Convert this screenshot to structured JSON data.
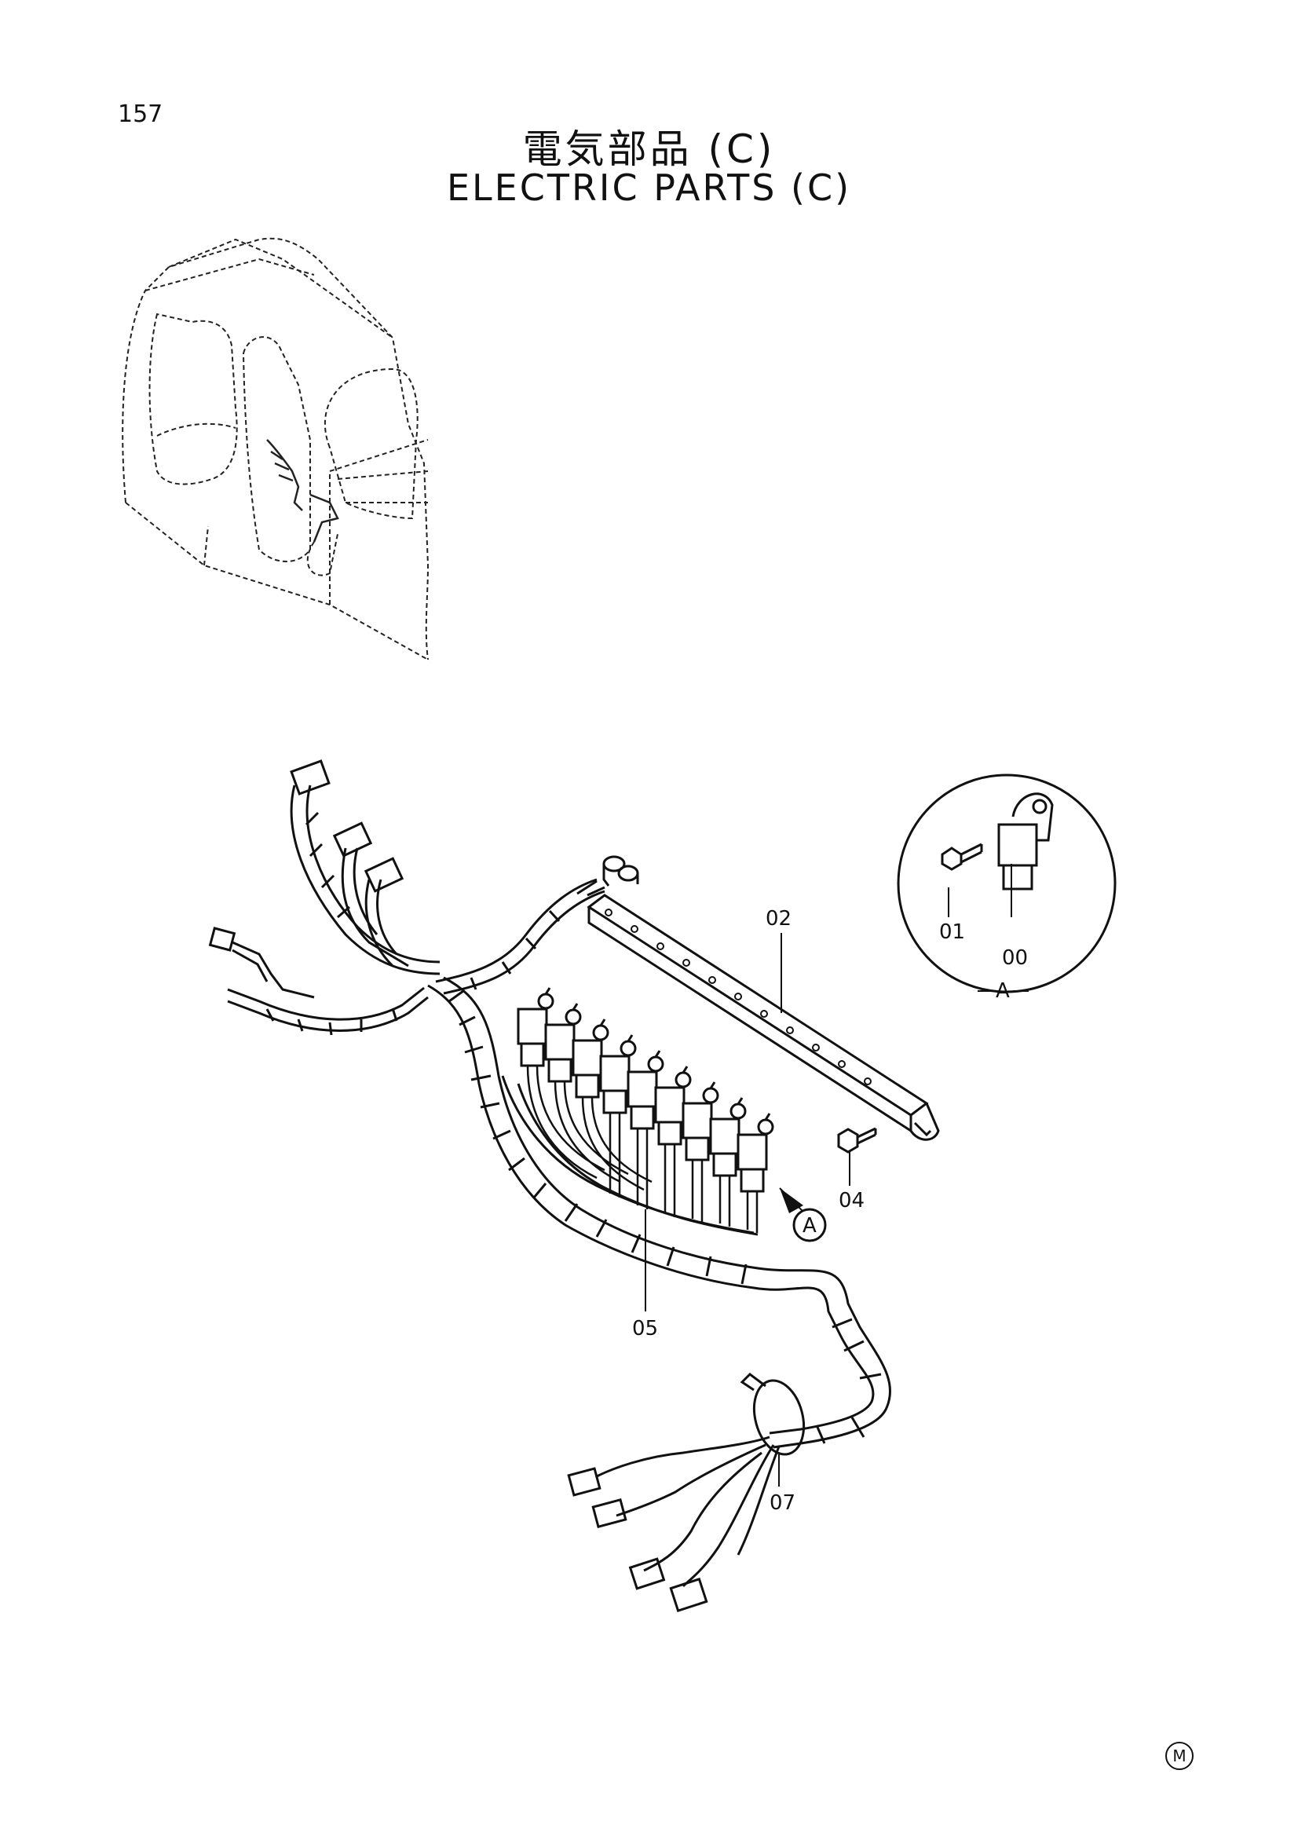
{
  "page_number": "157",
  "title_jp": "電気部品 (C)",
  "title_en": "ELECTRIC PARTS (C)",
  "detail_view_label": "A",
  "detail_callout": "A",
  "corner_mark": "M",
  "parts": [
    {
      "id": "00",
      "label": "00"
    },
    {
      "id": "01",
      "label": "01"
    },
    {
      "id": "02",
      "label": "02"
    },
    {
      "id": "04",
      "label": "04"
    },
    {
      "id": "05",
      "label": "05"
    },
    {
      "id": "07",
      "label": "07"
    }
  ]
}
